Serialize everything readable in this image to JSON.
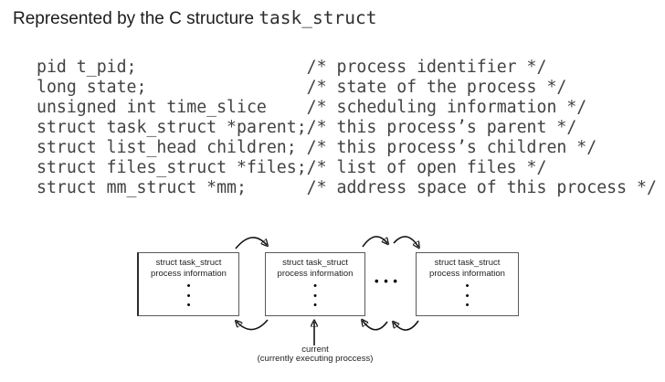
{
  "title": {
    "prefix": "Represented by the C structure ",
    "code": "task_struct"
  },
  "code_block": {
    "lines": [
      "pid t_pid;                 /* process identifier */",
      "long state;                /* state of the process */",
      "unsigned int time_slice    /* scheduling information */",
      "struct task_struct *parent;/* this process’s parent */",
      "struct list_head children; /* this process’s children */",
      "struct files_struct *files;/* list of open files */",
      "struct mm_struct *mm;      /* address space of this process */"
    ]
  },
  "diagram": {
    "box": {
      "line1": "struct task_struct",
      "line2": "process information",
      "dots": "•\n•\n•"
    },
    "ellipsis": "• • •",
    "current_label": "current",
    "current_sublabel": "(currently executing proccess)",
    "arrow_color": "#141414",
    "box_border_color": "#5a5a5a"
  }
}
